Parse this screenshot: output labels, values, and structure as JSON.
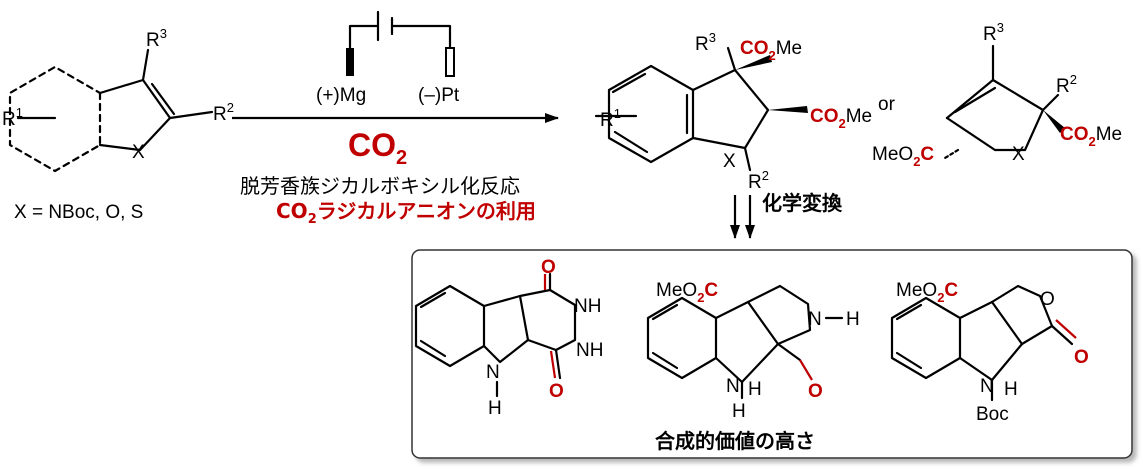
{
  "start": {
    "r1": "R",
    "r1_sup": "1",
    "r2": "R",
    "r2_sup": "2",
    "r3": "R",
    "r3_sup": "3",
    "x": "X",
    "x_def": "X = NBoc, O, S"
  },
  "conditions": {
    "anode": "(+)Mg",
    "cathode": "(–)Pt",
    "reagent": "CO",
    "reagent_sub": "2",
    "line1": "脱芳香族ジカルボキシル化反応",
    "line2_co": "CO",
    "line2_sub": "2",
    "line2_rest": "ラジカルアニオンの利用"
  },
  "product1": {
    "r1": "R",
    "r1_sup": "1",
    "r2": "R",
    "r2_sup": "2",
    "r3": "R",
    "r3_sup": "3",
    "x": "X",
    "co2me_co": "CO",
    "co2me_sub": "2",
    "co2me_me": "Me"
  },
  "or_label": "or",
  "product2": {
    "r2": "R",
    "r2_sup": "2",
    "r3": "R",
    "r3_sup": "3",
    "x": "X",
    "meo2c_me": "MeO",
    "meo2c_sub": "2",
    "meo2c_c": "C",
    "co2me_co": "CO",
    "co2me_sub": "2",
    "co2me_me": "Me"
  },
  "transform_label": "化学変換",
  "box": {
    "caption": "合成的価値の高さ",
    "mol1": {
      "o": "O",
      "nh": "NH",
      "n": "N",
      "h": "H"
    },
    "mol2": {
      "me": "MeO",
      "sub": "2",
      "c": "C",
      "n": "N",
      "h": "H",
      "o": "O"
    },
    "mol3": {
      "me": "MeO",
      "sub": "2",
      "c": "C",
      "o": "O",
      "n": "N",
      "h": "H",
      "boc": "Boc"
    }
  },
  "colors": {
    "accent": "#c00000",
    "box_fill": "#ffffff",
    "ring_fill": "#d9d9d9"
  }
}
